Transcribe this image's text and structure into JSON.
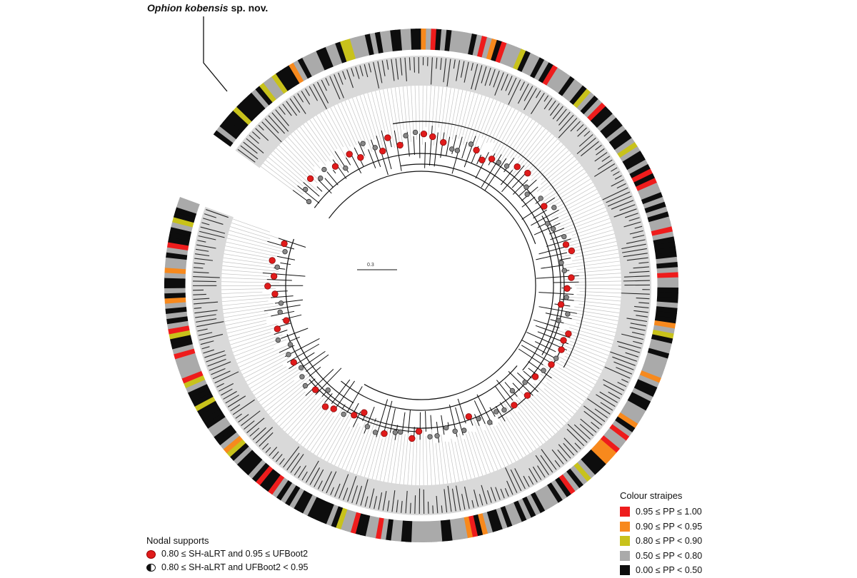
{
  "annotation": {
    "species_italic": "Ophion kobensis",
    "suffix": "sp. nov."
  },
  "scale_bar_label": "0.3",
  "nodal_supports": {
    "title": "Nodal supports",
    "items": [
      {
        "symbol": "red-filled-circle",
        "label": "0.80 ≤ SH-aLRT and 0.95 ≤ UFBoot2"
      },
      {
        "symbol": "half-filled-circle",
        "label": "0.80 ≤ SH-aLRT and UFBoot2 < 0.95"
      }
    ]
  },
  "colour_stripes": {
    "title": "Colour straipes",
    "items": [
      {
        "label": "0.95 ≤ PP ≤ 1.00",
        "color": "#ee1c1c"
      },
      {
        "label": "0.90 ≤ PP < 0.95",
        "color": "#f7891d"
      },
      {
        "label": "0.80 ≤ PP < 0.90",
        "color": "#c8c21b"
      },
      {
        "label": "0.50 ≤ PP < 0.80",
        "color": "#aaaaaa"
      },
      {
        "label": "0.00 ≤ PP < 0.50",
        "color": "#0d0d0d"
      }
    ]
  },
  "colors": {
    "branch": "#111111",
    "tip_line": "#c4c4c4",
    "support_high": "#e01b1b",
    "support_mid": "#888888"
  }
}
